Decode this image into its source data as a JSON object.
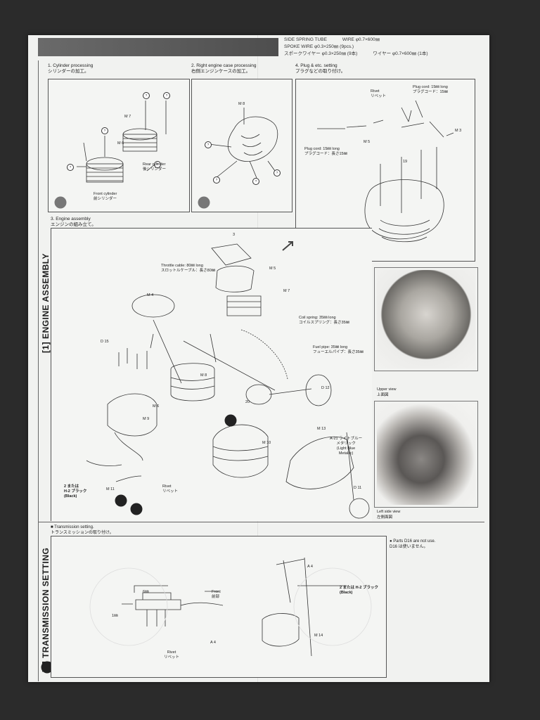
{
  "header_right": {
    "line1_a": "SIDE SPRING TUBE",
    "line1_b": "WIRE φ0.7×600㎜",
    "line2_a": "SPOKE WIRE φ0.3×250㎜ (9pcs.)",
    "line3_a": "スポークワイヤー φ0.3×250㎜ (9本)",
    "line3_b": "ワイヤー φ0.7×600㎜ (1本)"
  },
  "section1": {
    "title": "[1] ENGINE ASSEMBLY",
    "step1": {
      "en": "1. Cylinder processing",
      "jp": "シリンダーの加工。"
    },
    "step2": {
      "en": "2. Right engine case processing",
      "jp": "右側エンジンケースの加工。"
    },
    "step3": {
      "en": "3. Engine assembly",
      "jp": "エンジンの組み立て。"
    },
    "step4": {
      "en": "4. Plug & etc. setting",
      "jp": "プラグなどの取り付け。"
    },
    "labels": {
      "m7": "M 7",
      "m6": "M 6",
      "m8": "M 8",
      "m5": "M 5",
      "m3": "M 3",
      "m4": "M 4",
      "m9": "M 9",
      "m10": "M 10",
      "m11": "M 11",
      "m13": "M 13",
      "rear_cyl_en": "Rear cylinder",
      "rear_cyl_jp": "後シリンダー",
      "front_cyl_en": "Front cylinder",
      "front_cyl_jp": "前シリンダー",
      "rivet_en": "Rivet",
      "rivet_jp": "リベット",
      "plug_cord_en": "Plug cord: 15㎜ long",
      "plug_cord_jp": "プラグコード：15㎜",
      "plug_cord2_en": "Plug cord: 15㎜ long",
      "plug_cord2_jp": "プラグコード：長さ15㎜",
      "throttle_en": "Throttle cable: 80㎜ long",
      "throttle_jp": "スロットルケーブル：長さ80㎜",
      "coil_en": "Coil spring: 35㎜ long",
      "coil_jp": "コイルスプリング：長さ35㎜",
      "fuel_en": "Fuel pipe: 35㎜ long",
      "fuel_jp": "フューエルパイプ：長さ35㎜",
      "d15": "D 15",
      "d12": "D 12",
      "d11": "D 11",
      "n19": "19",
      "n20": "20",
      "n3": "3",
      "paint_a": "A-21 ライトブルー",
      "paint_b": "メタリック",
      "paint_c": "(Light Blue",
      "paint_d": "Metallic)",
      "black_a": "2 または",
      "black_b": "H-2 ブラック",
      "black_c": "(Black)"
    },
    "photo_upper": {
      "en": "Upper view",
      "jp": "上面図"
    },
    "photo_left": {
      "en": "Left side view",
      "jp": "左側面図"
    }
  },
  "section2": {
    "title": "[2] TRANSMISSION SETTING",
    "step": {
      "en": "■ Transmission setting.",
      "jp": "トランスミッションの取り付け。"
    },
    "labels": {
      "front_en": "Front",
      "front_jp": "前部",
      "dim6": "6㎜",
      "dim1": "1㎜",
      "rivet_en": "Rivet",
      "rivet_jp": "リベット",
      "a4": "A 4",
      "a4b": "A 4",
      "m14": "M 14",
      "black_a": "2 または H-2 ブラック",
      "black_b": "(Black)"
    },
    "note_en": "● Parts D16 are not use.",
    "note_jp": "D16 は使いません。"
  },
  "colors": {
    "sheet": "#f1f2f0",
    "ink": "#222222",
    "frame": "#555555"
  }
}
